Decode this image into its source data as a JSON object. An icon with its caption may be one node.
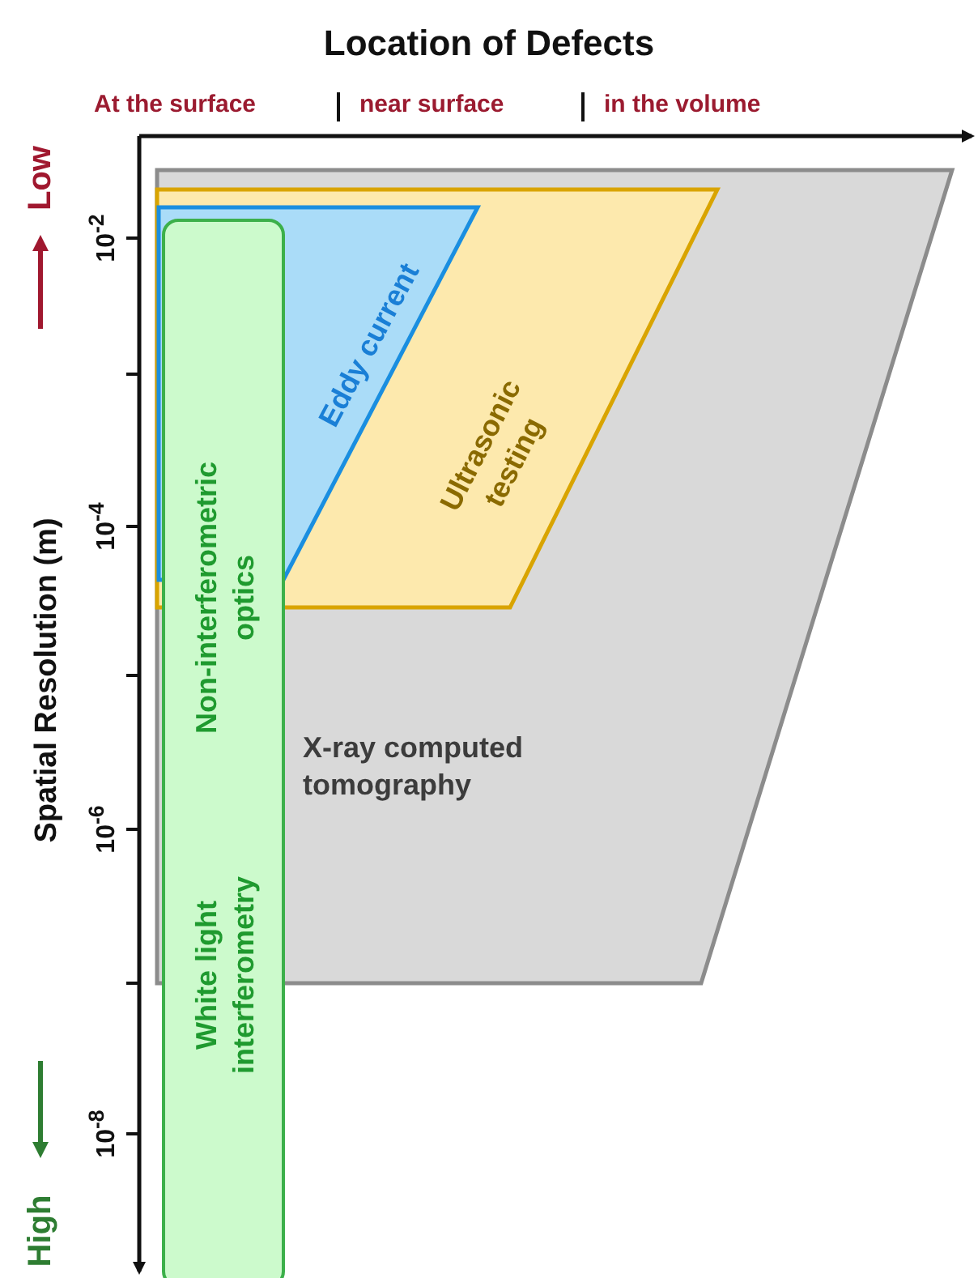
{
  "diagram": {
    "title": "Location of Defects",
    "nodes": [
      {
        "text": [
          "X-ray computed tomography"
        ]
      },
      {
        "text": [
          "Ultrasonic testing"
        ],
        "in": 0
      },
      {
        "text": [
          "Eddy current"
        ],
        "in": 1
      },
      {
        "text": [
          "Non-interferometric optics",
          "White light interferometry"
        ]
      }
    ],
    "labels": [
      "At the surface",
      "near surface",
      "in the volume",
      "Low",
      "Spatial Resolution (m)",
      "High",
      "10$^{-2}$",
      "10$^{-4}$",
      "10$^{-6}$",
      "10$^{-8}$"
    ]
  }
}
